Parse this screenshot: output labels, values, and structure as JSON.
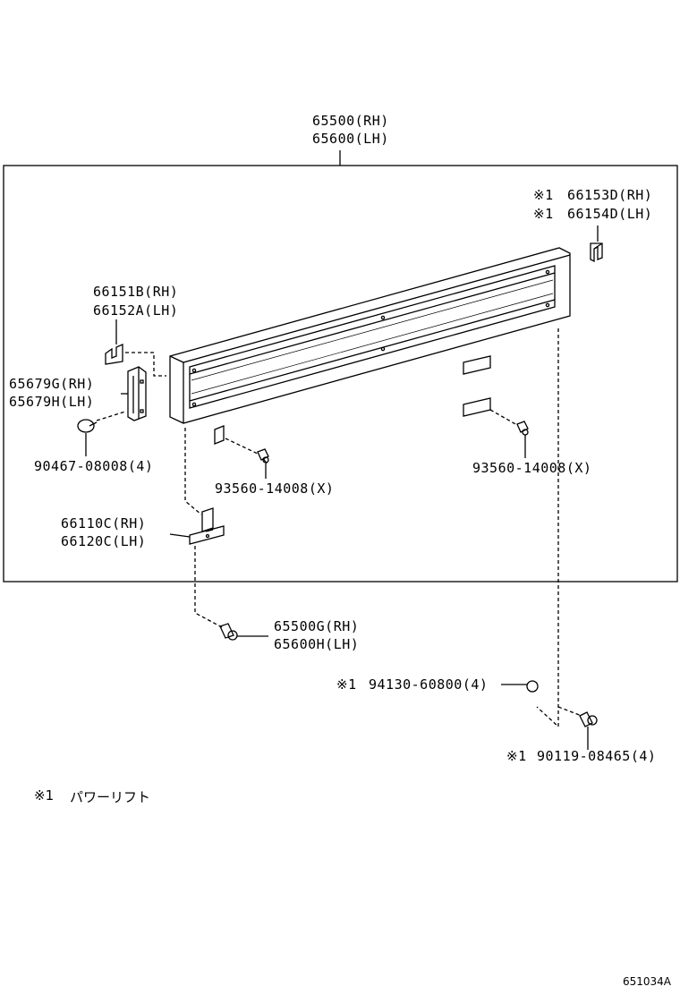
{
  "parts": {
    "main_rh": "65500(RH)",
    "main_lh": "65600(LH)",
    "clip_top_rh": "66153D(RH)",
    "clip_top_lh": "66154D(LH)",
    "mark": "※1",
    "left_clip_rh": "66151B(RH)",
    "left_clip_lh": "66152A(LH)",
    "bracket_rh": "65679G(RH)",
    "bracket_lh": "65679H(LH)",
    "pin": "90467-08008(4)",
    "screw_mid": "93560-14008(X)",
    "screw_right": "93560-14008(X)",
    "hinge_rh": "66110C(RH)",
    "hinge_lh": "66120C(LH)",
    "bolt_rh": "65500G(RH)",
    "bolt_lh": "65600H(LH)",
    "nut": "94130-60800(4)",
    "bolt_small": "90119-08465(4)"
  },
  "footnote": {
    "mark": "※1",
    "text": "パワーリフト"
  },
  "diagram_code": "651034A"
}
